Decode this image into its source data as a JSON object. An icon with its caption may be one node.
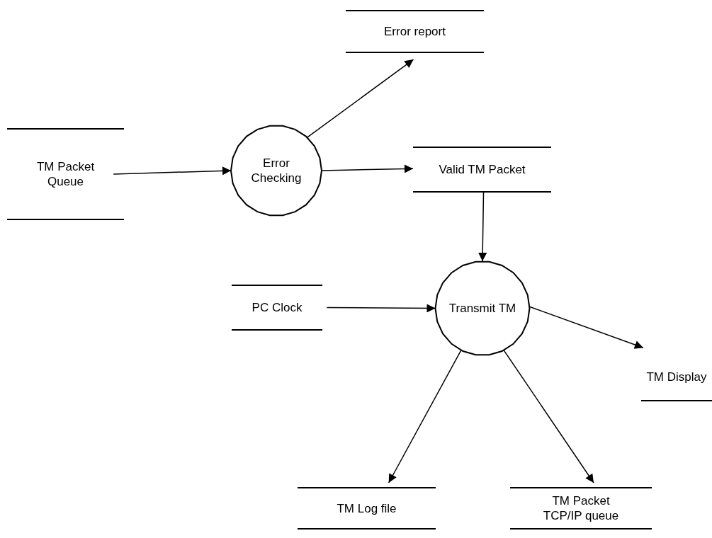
{
  "diagram": {
    "nodes": [
      {
        "text": [
          "TM Packet Queue"
        ]
      },
      {
        "text": [
          "Error Checking"
        ]
      },
      {
        "text": [
          "Error report"
        ]
      },
      {
        "text": [
          "Valid TM Packet"
        ]
      },
      {
        "text": [
          "PC Clock"
        ]
      },
      {
        "text": [
          "Transmit TM"
        ]
      },
      {
        "text": [
          "TM Display"
        ]
      },
      {
        "text": [
          "TM Log file"
        ]
      },
      {
        "text": [
          "TM Packet TCP/IP queue"
        ]
      }
    ],
    "edges": [
      {
        "from": 0,
        "to": 1,
        "arrow": "to"
      },
      {
        "from": 1,
        "to": 2,
        "arrow": "to"
      },
      {
        "from": 1,
        "to": 3,
        "arrow": "to"
      },
      {
        "from": 3,
        "to": 5,
        "arrow": "to"
      },
      {
        "from": 4,
        "to": 5,
        "arrow": "to"
      },
      {
        "from": 5,
        "to": 6,
        "arrow": "to"
      },
      {
        "from": 5,
        "to": 7,
        "arrow": "to"
      },
      {
        "from": 5,
        "to": 8,
        "arrow": "to"
      }
    ]
  }
}
